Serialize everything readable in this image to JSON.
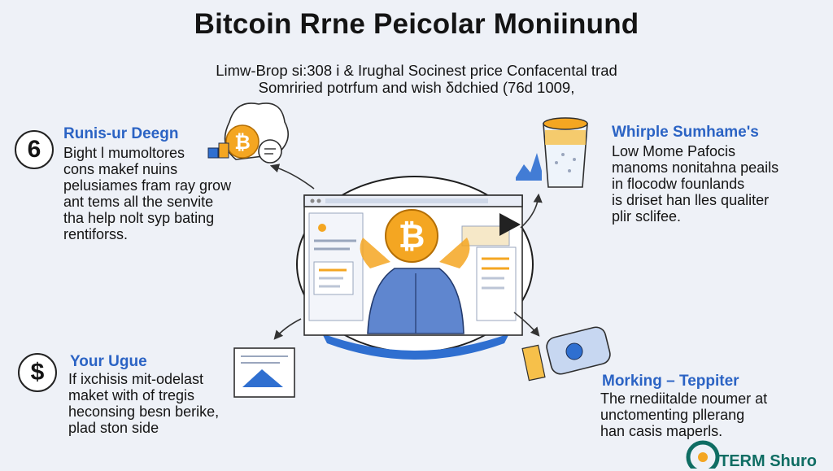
{
  "title": "Bitcoin Rrne Peicolar Moniinund",
  "subtitle": {
    "line1": "Limw-Brop ѕі:308 i & Irughal Socinest price Confacental trad",
    "line2": "Somriried potrfum and wish δdchied (76d 1009,"
  },
  "sections": [
    {
      "id": "top-left",
      "badge": "6",
      "title": "Runis-ur Deegn",
      "lines": [
        "Bight l mumoltores",
        "cons makef nuins",
        "pelusiames fram ray grow",
        "ant tems all the senvite",
        "tha help nolt syp bating",
        "rentiforss."
      ]
    },
    {
      "id": "top-right",
      "title": "Whirple Sumhame's",
      "lines": [
        "Low Mome Pafocis",
        "manoms nonitahna peails",
        "in flocodw founlands",
        "is driset han lles qualiter",
        "plir sclifee."
      ]
    },
    {
      "id": "bottom-left",
      "badge": "$",
      "title": "Your Ugue",
      "lines": [
        "If ixchisis mit-odelast",
        "maket with of tregis",
        "heconsіng besn berike,",
        "plad ston side"
      ]
    },
    {
      "id": "bottom-right",
      "title": "Morking – Teppiter",
      "lines": [
        "The rnediitalde noumer at",
        "unctomenting pllerang",
        "han casis maperls."
      ]
    }
  ],
  "logo": "TERM Shuro",
  "colors": {
    "accent_blue": "#2b63c4",
    "bitcoin_orange": "#f4a622",
    "person_blue": "#5f86cf",
    "logo_teal": "#0f6d63"
  },
  "icons": [
    "bitcoin-icon",
    "speech-bubble-icon",
    "bar-chart-icon",
    "glass-jar-icon",
    "play-arrow-icon",
    "document-chart-icon",
    "vr-headset-icon"
  ]
}
